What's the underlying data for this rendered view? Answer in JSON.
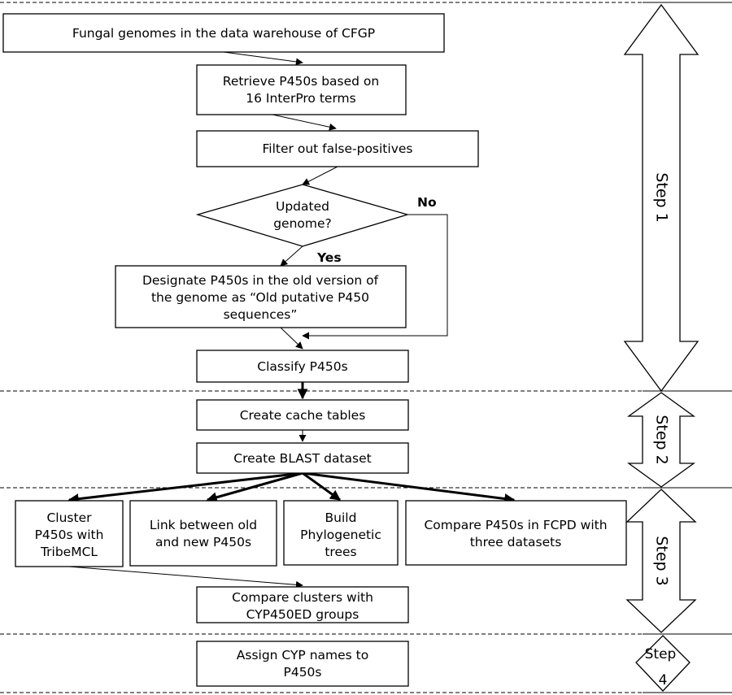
{
  "nodes": {
    "fungal_genomes": "Fungal genomes in the data warehouse of CFGP",
    "retrieve": [
      "Retrieve P450s based on",
      "16 InterPro terms"
    ],
    "filter": "Filter out false-positives",
    "decision": [
      "Updated",
      "genome?"
    ],
    "designate": [
      "Designate P450s in the old version of",
      "the genome as “Old putative P450",
      "sequences”"
    ],
    "classify": "Classify P450s",
    "cache": "Create cache tables",
    "blast": "Create BLAST dataset",
    "cluster": [
      "Cluster",
      "P450s with",
      "TribeMCL"
    ],
    "link": [
      "Link between old",
      "and new P450s"
    ],
    "build": [
      "Build",
      "Phylogenetic",
      "trees"
    ],
    "compare_fcpd": [
      "Compare P450s in FCPD with",
      "three datasets"
    ],
    "compare_clusters": [
      "Compare clusters with",
      "CYP450ED groups"
    ],
    "assign": [
      "Assign CYP names to",
      "P450s"
    ]
  },
  "edge_labels": {
    "no": "No",
    "yes": "Yes"
  },
  "steps": {
    "step1": "Step 1",
    "step2": "Step 2",
    "step3": "Step 3",
    "step4": [
      "Step",
      "4"
    ]
  }
}
